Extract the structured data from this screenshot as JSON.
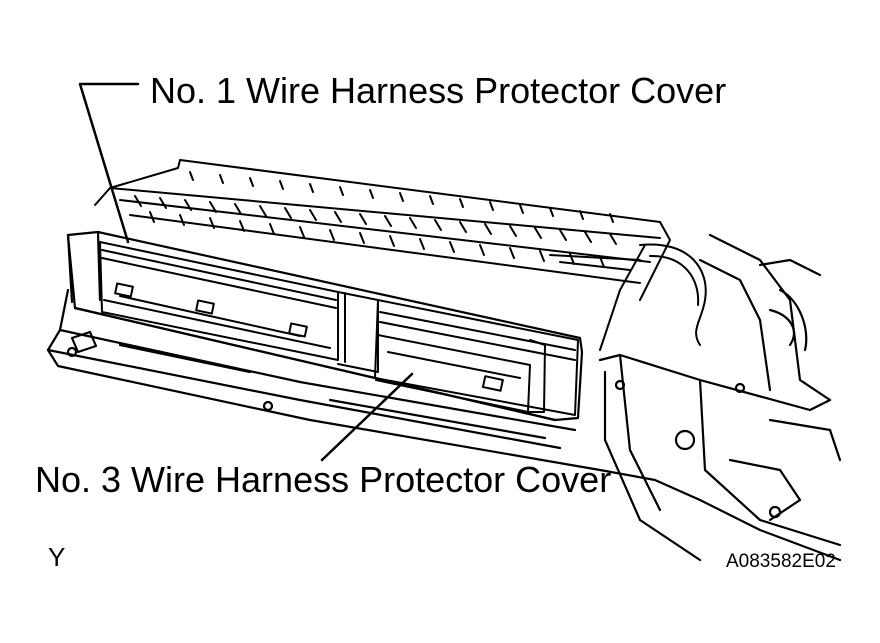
{
  "callouts": {
    "top_label": "No. 1 Wire Harness Protector Cover",
    "bottom_label": "No. 3 Wire Harness Protector Cover"
  },
  "corner_mark": "Y",
  "figure_code": "A083582E02",
  "colors": {
    "ink": "#000000",
    "paper": "#ffffff"
  }
}
